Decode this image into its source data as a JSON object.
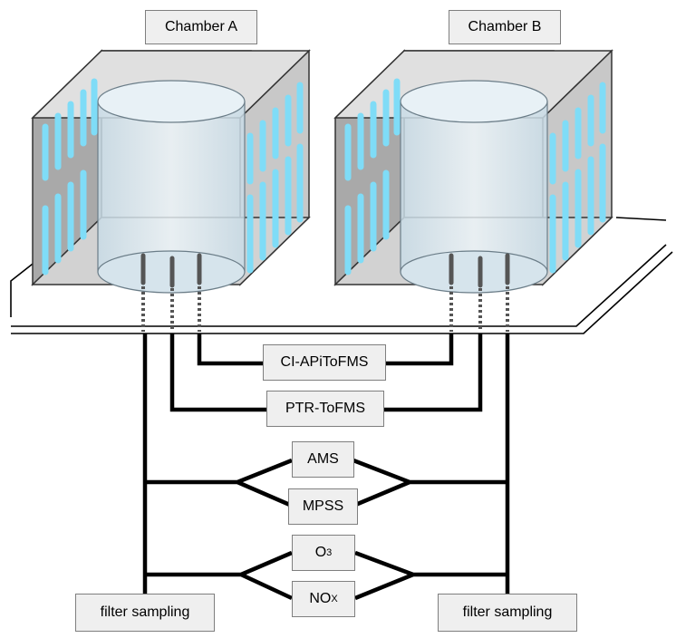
{
  "chambers": [
    {
      "name": "Chamber A"
    },
    {
      "name": "Chamber B"
    }
  ],
  "instruments": {
    "ci_apitofms": "CI-APiToFMS",
    "ptr_tofms": "PTR-ToFMS",
    "ams": "AMS",
    "mpss": "MPSS",
    "o3": {
      "main": "O",
      "sub": "3"
    },
    "nox": {
      "main": "NO",
      "sub": "X"
    }
  },
  "filter_left": "filter sampling",
  "filter_right": "filter sampling",
  "colors": {
    "lamp": "#7fdcf7",
    "panel": "#d9d9d9",
    "chamber_bag": "#e4eff5",
    "line": "#000000",
    "label_fill": "#efefef",
    "label_border": "#7f7f7f"
  }
}
